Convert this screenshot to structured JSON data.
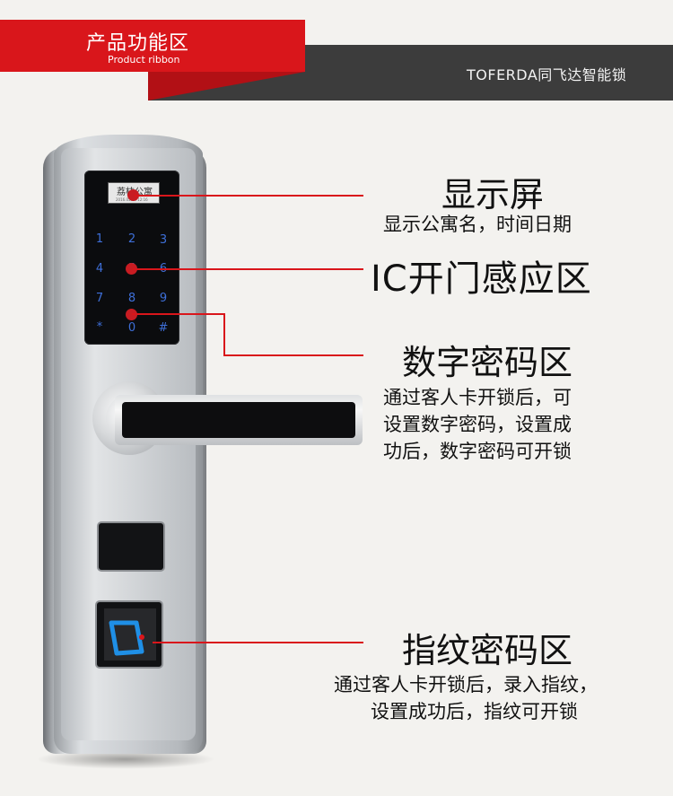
{
  "header": {
    "title": "产品功能区",
    "subtitle": "Product ribbon",
    "brand": "TOFERDA同飞达智能锁",
    "colors": {
      "red": "#d9161b",
      "dark": "#3c3c3c"
    }
  },
  "lock": {
    "screen_name": "荔枝公寓",
    "screen_datetime": "2016.05.04 12:16",
    "keys": [
      "1",
      "2",
      "3",
      "4",
      "5",
      "6",
      "7",
      "8",
      "9",
      "*",
      "0",
      "#"
    ],
    "key_color": "#3e6fd8"
  },
  "features": {
    "display": {
      "title": "显示屏",
      "desc": "显示公寓名，时间日期"
    },
    "ic": {
      "title": "IC开门感应区"
    },
    "keypad": {
      "title": "数字密码区",
      "desc_lines": [
        "通过客人卡开锁后，可",
        "设置数字密码，设置成",
        "功后，数字密码可开锁"
      ]
    },
    "fingerprint": {
      "title": "指纹密码区",
      "desc_lines": [
        "通过客人卡开锁后，录入指纹，",
        "设置成功后，指纹可开锁"
      ]
    }
  }
}
